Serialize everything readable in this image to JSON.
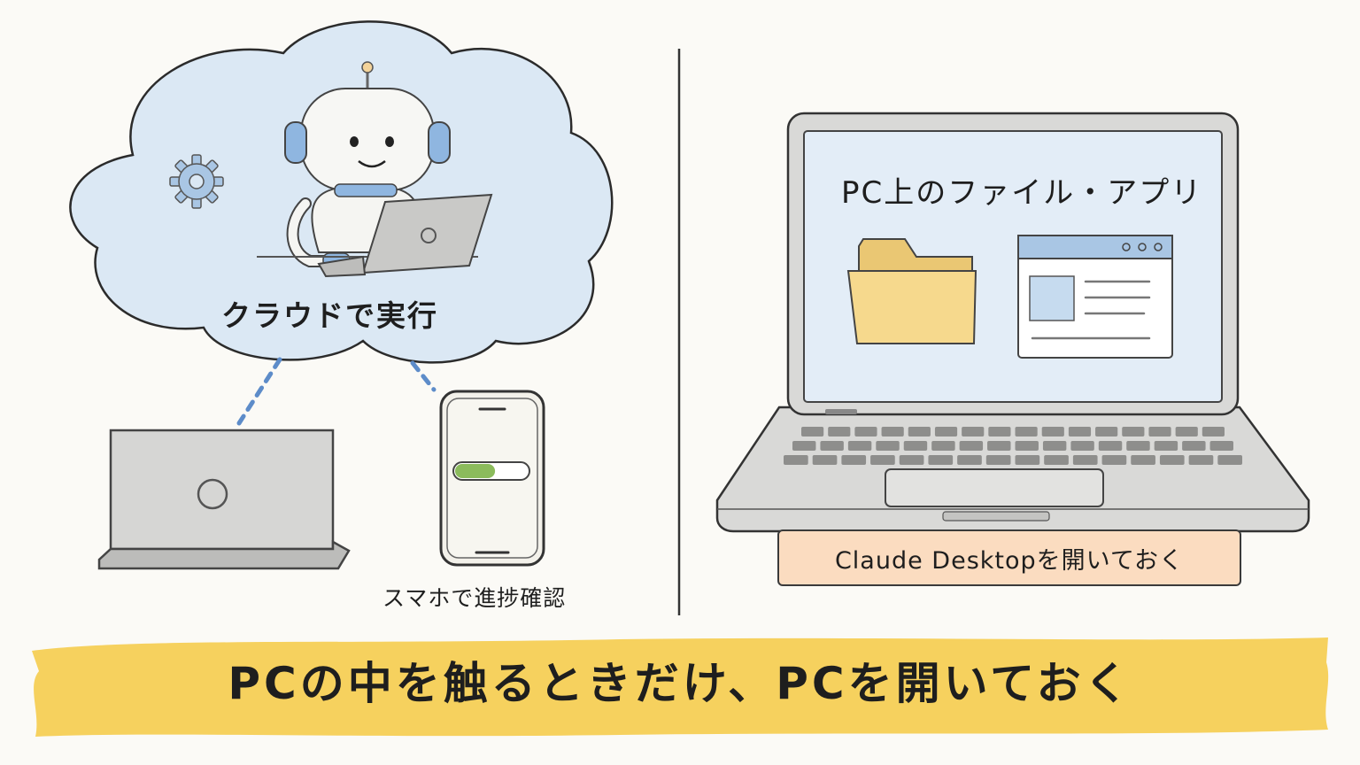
{
  "cloud": {
    "label": "クラウドで実行"
  },
  "phone": {
    "caption": "スマホで進捗確認",
    "progress": 0.55
  },
  "screen": {
    "title": "PC上のファイル・アプリ"
  },
  "badge": {
    "label": "Claude Desktopを開いておく"
  },
  "banner": {
    "text": "PCの中を触るときだけ、PCを開いておく"
  },
  "icons": [
    "gear-icon",
    "robot-icon",
    "laptop-icon",
    "smartphone-icon",
    "folder-icon",
    "app-window-icon"
  ],
  "colors": {
    "cloud": "#dbe8f4",
    "banner": "#f6cf55",
    "badge": "#fbdcc0",
    "folder": "#f6d98d",
    "progress": "#8bbb5c",
    "accent_blue": "#7aa7d8"
  }
}
